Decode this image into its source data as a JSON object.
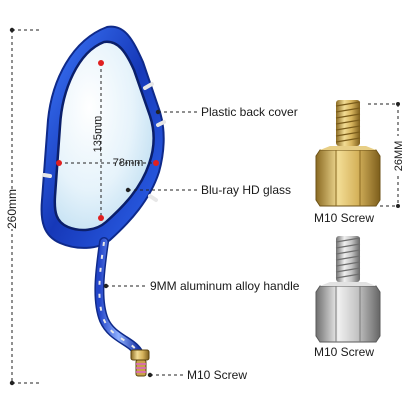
{
  "dimensions": {
    "total_height": "260mm",
    "glass_height": "135mm",
    "glass_width": "78mm",
    "screw_height": "26MM"
  },
  "callouts": {
    "back_cover": "Plastic back cover",
    "glass": "Blu-ray HD glass",
    "handle": "9MM aluminum alloy handle",
    "mirror_screw": "M10 Screw"
  },
  "accessories": {
    "gold_screw_label": "M10 Screw",
    "silver_screw_label": "M10 Screw"
  },
  "colors": {
    "frame_blue": "#1c4fd6",
    "glass_tint": "#d9ecf7",
    "gold": "#d4b15a",
    "silver": "#b9b9b9",
    "marker_red": "#e02020"
  }
}
